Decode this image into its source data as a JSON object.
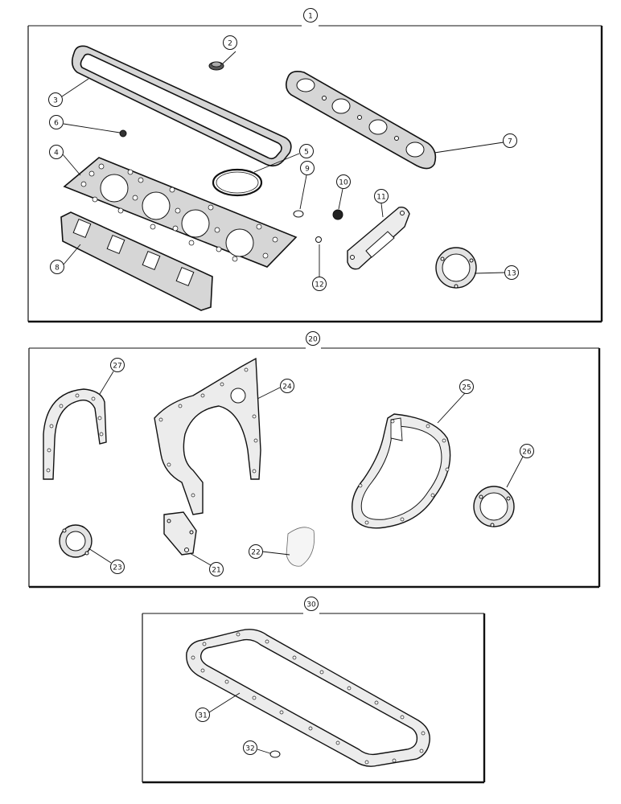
{
  "diagram": {
    "groups": [
      {
        "callout": "1"
      },
      {
        "callout": "20"
      },
      {
        "callout": "30"
      }
    ],
    "parts": [
      {
        "callout": "2"
      },
      {
        "callout": "3"
      },
      {
        "callout": "4"
      },
      {
        "callout": "5"
      },
      {
        "callout": "6"
      },
      {
        "callout": "7"
      },
      {
        "callout": "8"
      },
      {
        "callout": "9"
      },
      {
        "callout": "10"
      },
      {
        "callout": "11"
      },
      {
        "callout": "12"
      },
      {
        "callout": "13"
      },
      {
        "callout": "21"
      },
      {
        "callout": "22"
      },
      {
        "callout": "23"
      },
      {
        "callout": "24"
      },
      {
        "callout": "25"
      },
      {
        "callout": "26"
      },
      {
        "callout": "27"
      },
      {
        "callout": "31"
      },
      {
        "callout": "32"
      }
    ]
  }
}
